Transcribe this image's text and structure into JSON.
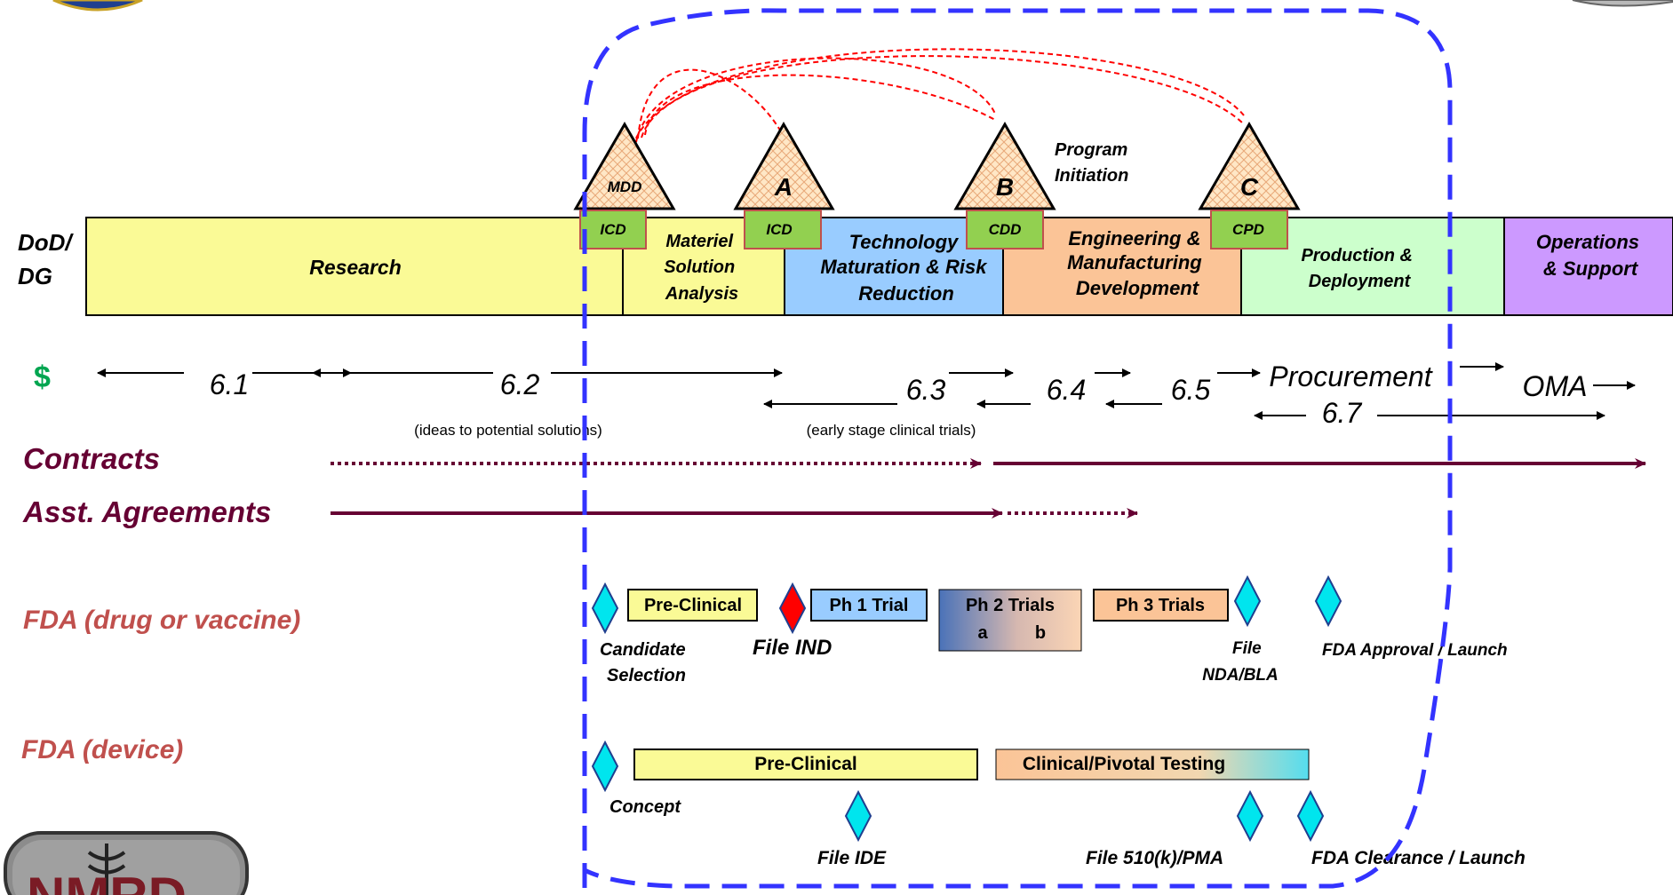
{
  "milestones": {
    "mdd": "MDD",
    "a": "A",
    "b": "B",
    "c": "C",
    "program_initiation_line1": "Program",
    "program_initiation_line2": "Initiation"
  },
  "documents": {
    "icd_1": "ICD",
    "icd_2": "ICD",
    "cdd": "CDD",
    "cpd": "CPD"
  },
  "row_labels": {
    "dod_line1": "DoD/",
    "dod_line2": "DG",
    "dollar": "$",
    "contracts": "Contracts",
    "agreements": "Asst. Agreements",
    "fda_drug": "FDA  (drug or vaccine)",
    "fda_device": "FDA (device)"
  },
  "phases": {
    "research": "Research",
    "msa_line1": "Materiel",
    "msa_line2": "Solution",
    "msa_line3": "Analysis",
    "tmrr_line1": "Technology",
    "tmrr_line2": "Maturation & Risk",
    "tmrr_line3": "Reduction",
    "emd_line1": "Engineering &",
    "emd_line2": "Manufacturing",
    "emd_line3": "Development",
    "pd_line1": "Production &",
    "pd_line2": "Deployment",
    "os_line1": "Operations",
    "os_line2": "& Support"
  },
  "funding": {
    "b61": "6.1",
    "b62": "6.2",
    "b63": "6.3",
    "b64": "6.4",
    "b65": "6.5",
    "procurement": "Procurement",
    "oma": "OMA",
    "b67": "6.7",
    "note_62": "(ideas to potential solutions)",
    "note_63": "(early stage clinical trials)"
  },
  "fda_drug": {
    "pre_clinical": "Pre-Clinical",
    "ph1": "Ph 1 Trial",
    "ph2": "Ph 2 Trials",
    "ph2_a": "a",
    "ph2_b": "b",
    "ph3": "Ph 3 Trials",
    "candidate_line1": "Candidate",
    "candidate_line2": "Selection",
    "file_ind": "File IND",
    "file_nda_line1": "File",
    "file_nda_line2": "NDA/BLA",
    "approval": "FDA Approval / Launch"
  },
  "fda_device": {
    "pre_clinical": "Pre-Clinical",
    "clinical": "Clinical/Pivotal Testing",
    "concept": "Concept",
    "file_ide": "File IDE",
    "file_510k": "File 510(k)/PMA",
    "clearance": "FDA Clearance / Launch"
  },
  "colors": {
    "research": "#FAFA96",
    "msa": "#FAFA96",
    "tmrr": "#99CCFF",
    "emd": "#FBC497",
    "pd": "#CCFFCC",
    "os": "#CC99FF",
    "doc_box": "#92D050",
    "diamond": "#00E5EE",
    "ind_diamond": "#FF0000",
    "contract_line": "#660033",
    "label_red": "#C0504D",
    "dashed_blue": "#3333FF",
    "arc_red": "#FF0000"
  }
}
